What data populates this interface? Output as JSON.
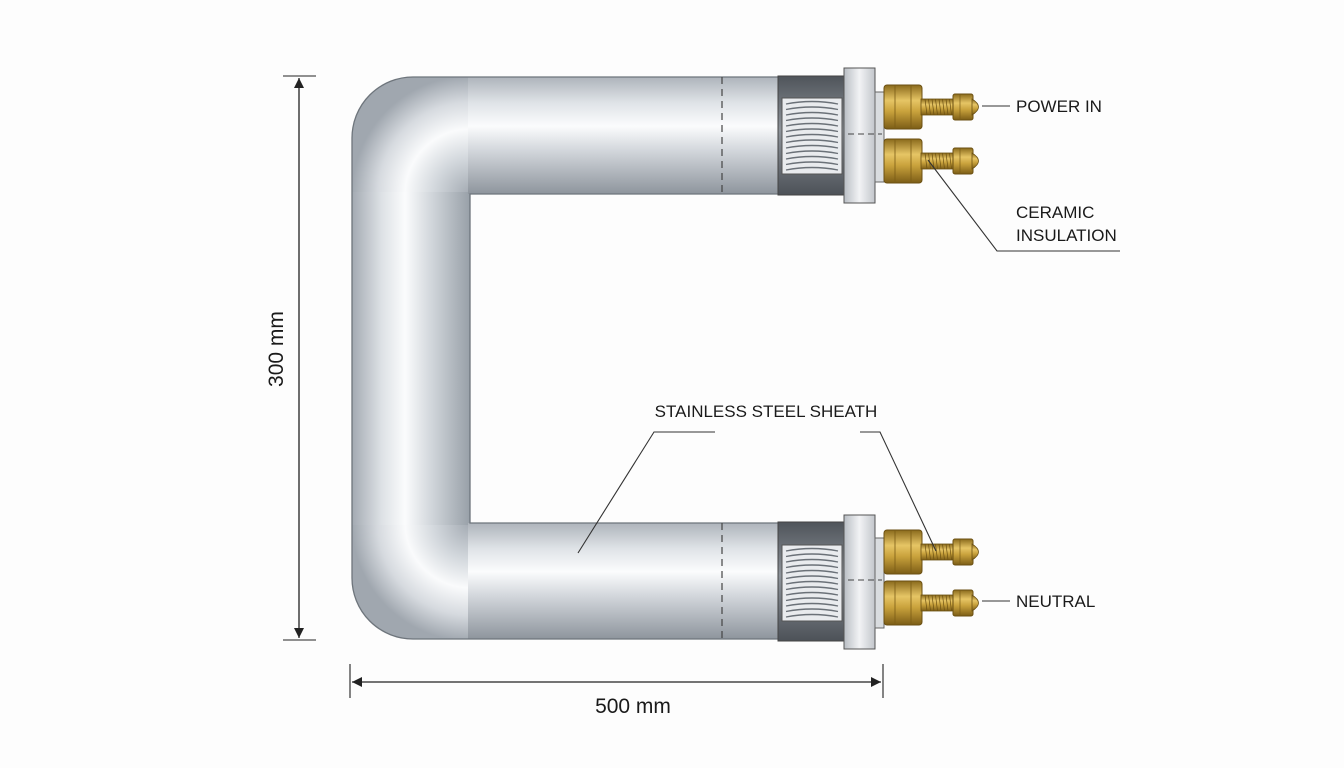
{
  "labels": {
    "power_in": "POWER IN",
    "ceramic_line1": "CERAMIC",
    "ceramic_line2": "INSULATION",
    "sheath": "STAINLESS STEEL SHEATH",
    "neutral": "NEUTRAL"
  },
  "dimensions": {
    "height": "300 mm",
    "width": "500 mm"
  },
  "colors": {
    "steel_light": "#f2f4f6",
    "steel_mid": "#c3c8ce",
    "steel_dark": "#8e959d",
    "brass": "#c9a23c",
    "collar_dark": "#5e636a",
    "line": "#222222"
  }
}
